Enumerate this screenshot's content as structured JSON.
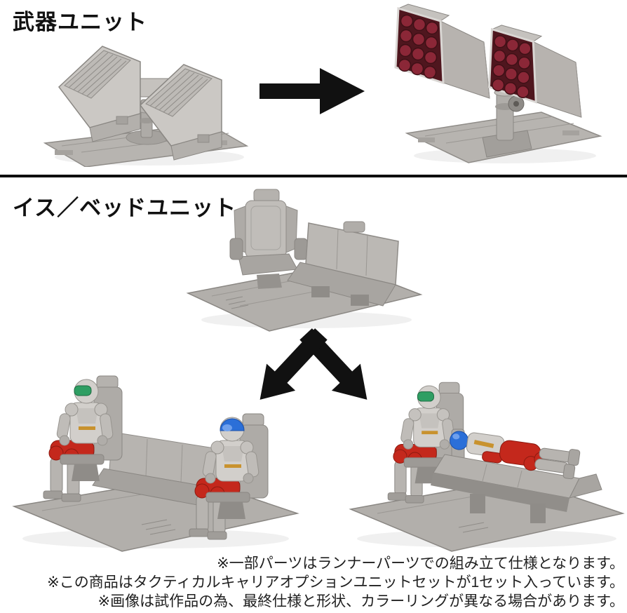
{
  "sections": {
    "weapon": {
      "label": "武器ユニット"
    },
    "seat_bed": {
      "label": "イス／ベッドユニット"
    }
  },
  "notes": [
    "※一部パーツはランナーパーツでの組み立て仕様となります。",
    "※この商品はタクティカルキャリアオプションユニットセットが1セット入っています。",
    "※画像は試作品の為、最終仕様と形状、カラーリングが異なる場合があります。"
  ],
  "icons": {
    "transform_arrow_right": "→",
    "transform_arrow_split": "↙↘"
  },
  "colors": {
    "text": "#1f1f1f",
    "divider": "#0d0d0d",
    "arrow": "#111111",
    "toy_gray_light": "#cdcac6",
    "toy_gray_mid": "#b3b0ac",
    "toy_gray_dark": "#8f8c88",
    "missile_red": "#8b2737",
    "missile_face": "#4f161e",
    "suit_red": "#c4281c",
    "visor_green": "#2f9e63",
    "helmet_blue": "#2b6fd8",
    "chest_gold": "#c8922e"
  }
}
